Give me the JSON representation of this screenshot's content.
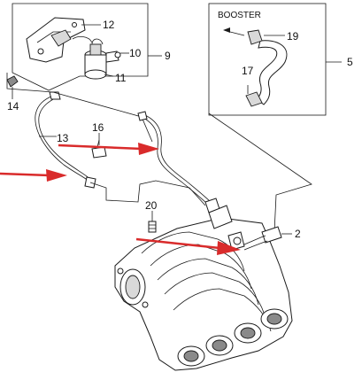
{
  "booster_label": "BOOSTER",
  "callouts": {
    "c12": "12",
    "c10": "10",
    "c9": "9",
    "c11": "11",
    "c14": "14",
    "c13": "13",
    "c16": "16",
    "c19": "19",
    "c17": "17",
    "c5": "5",
    "c20": "20",
    "c2": "2"
  },
  "colors": {
    "arrow": "#d92b2b",
    "line": "#1a1a1a"
  }
}
